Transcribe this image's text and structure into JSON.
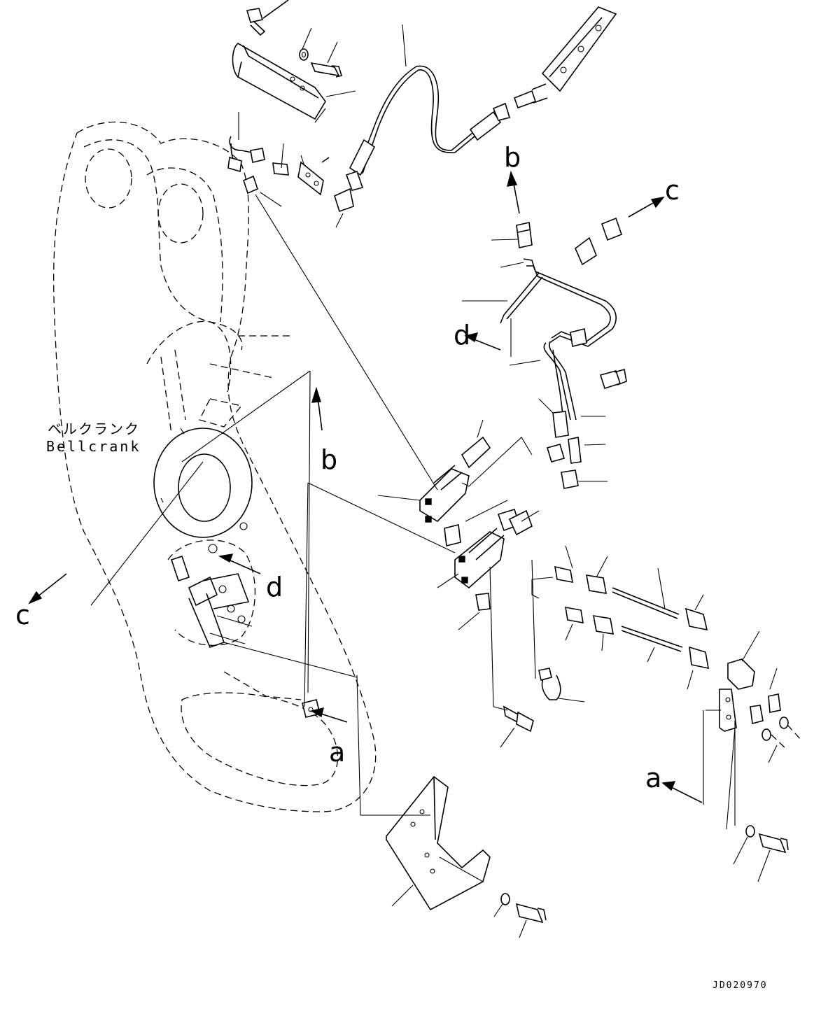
{
  "drawing_code": "JD020970",
  "component_label": {
    "japanese": "ベルクランク",
    "english": "Bellcrank"
  },
  "view_markers": {
    "a_left": "a",
    "a_right": "a",
    "b_left": "b",
    "b_right": "b",
    "c_left": "c",
    "c_right": "c",
    "d_left": "d",
    "d_right": "d"
  }
}
